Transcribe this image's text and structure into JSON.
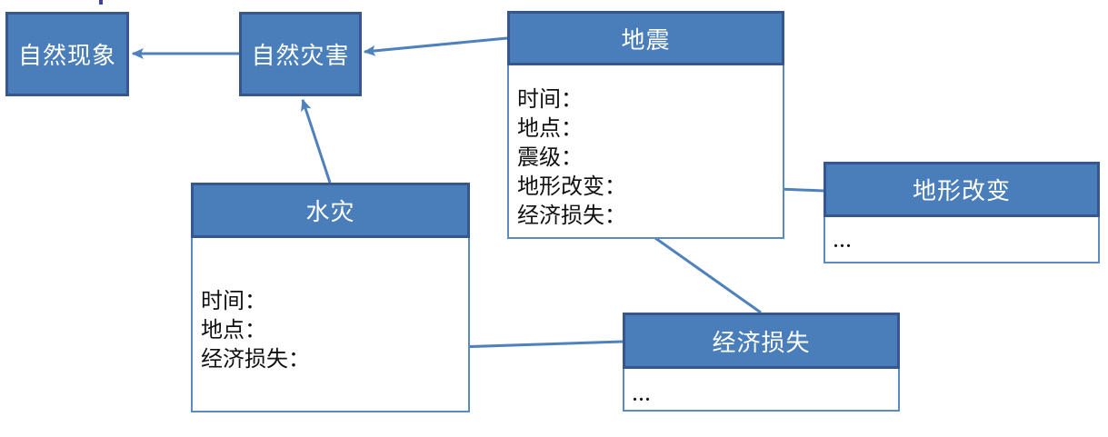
{
  "colors": {
    "node_fill": "#4a7ebb",
    "node_border": "#36578c",
    "body_border": "#5b8ac5",
    "arrow": "#4f81bd",
    "title_text": "#ffffff",
    "body_text": "#111111",
    "background": "#ffffff",
    "stray_mark": "#3f3f9f"
  },
  "nodes": {
    "natural_phenomenon": {
      "title": "自然现象"
    },
    "natural_disaster": {
      "title": "自然灾害"
    },
    "earthquake": {
      "title": "地震",
      "fields": [
        "时间：",
        "地点：",
        "震级：",
        "地形改变：",
        "经济损失："
      ]
    },
    "terrain_change": {
      "title": "地形改变",
      "body": "..."
    },
    "flood": {
      "title": "水灾",
      "fields": [
        "时间：",
        "地点：",
        "经济损失："
      ]
    },
    "economic_loss": {
      "title": "经济损失",
      "body": "..."
    }
  },
  "relations": [
    {
      "from": "natural_disaster",
      "to": "natural_phenomenon"
    },
    {
      "from": "earthquake",
      "to": "natural_disaster"
    },
    {
      "from": "flood",
      "to": "natural_disaster"
    },
    {
      "from": "terrain_change",
      "to": "earthquake",
      "to_field": "地形改变："
    },
    {
      "from": "economic_loss",
      "to": "earthquake",
      "to_field": "经济损失："
    },
    {
      "from": "economic_loss",
      "to": "flood",
      "to_field": "经济损失："
    }
  ]
}
